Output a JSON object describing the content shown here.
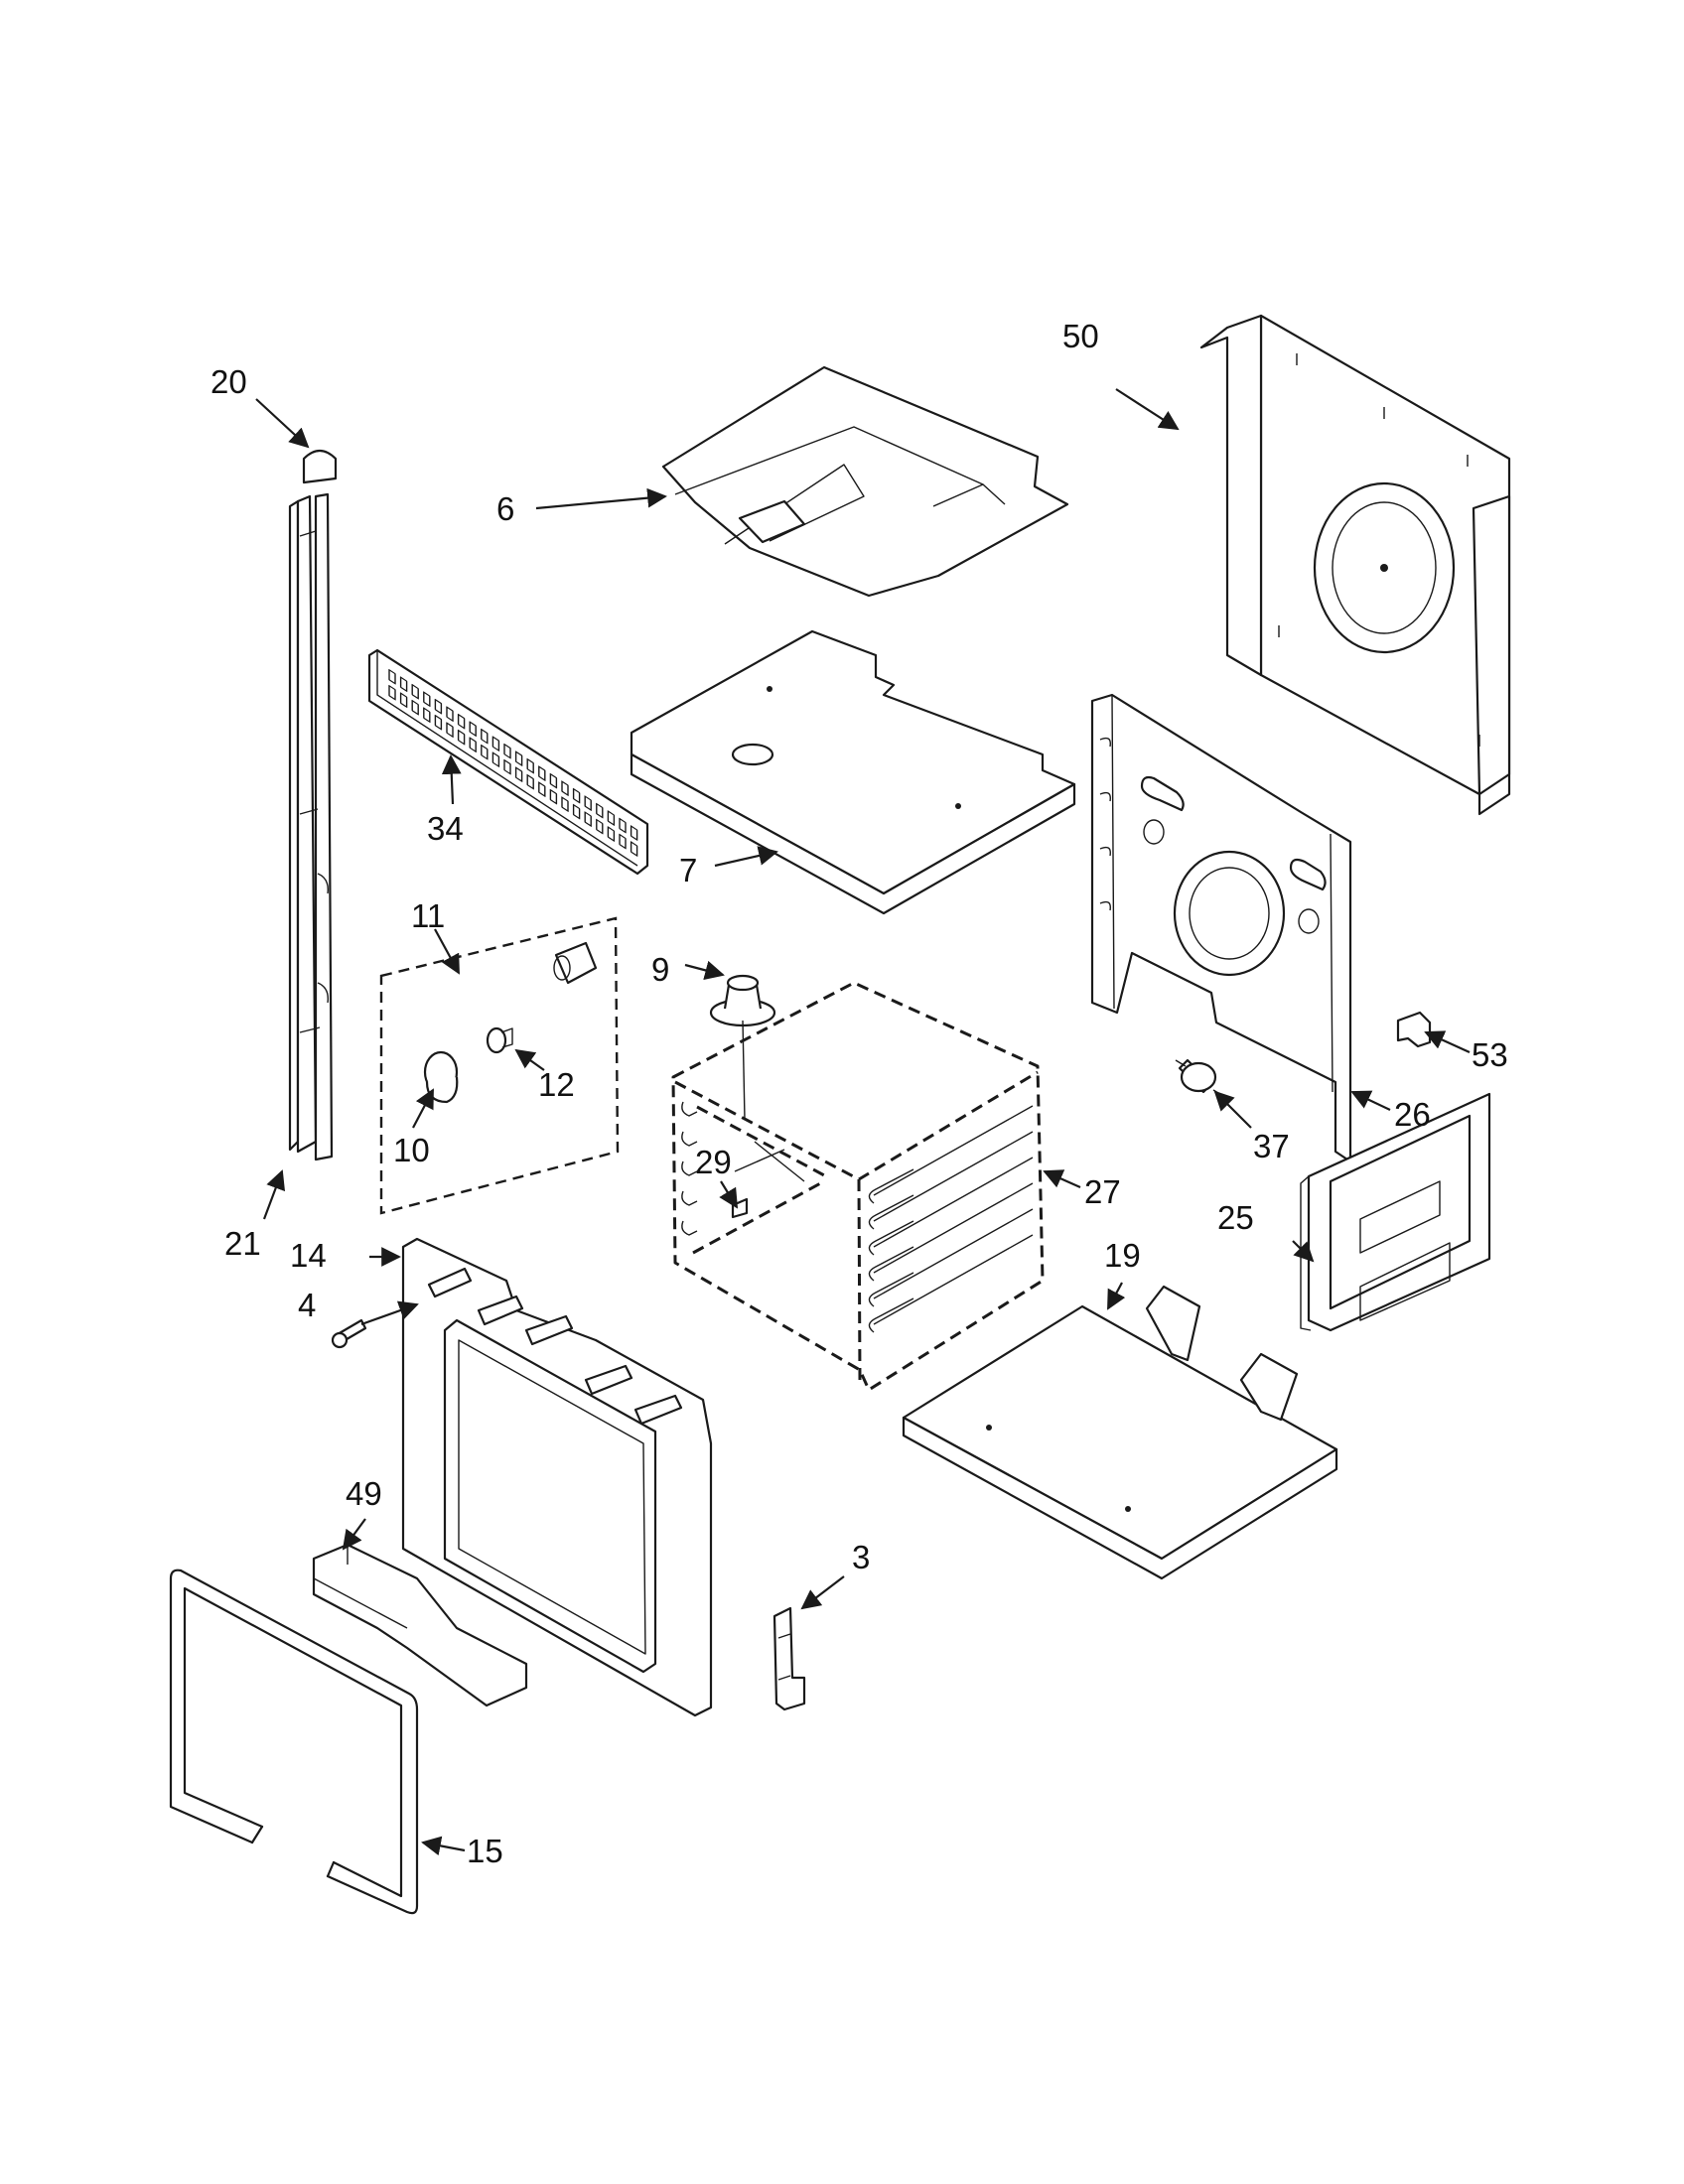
{
  "callouts": {
    "c20": "20",
    "c6": "6",
    "c50": "50",
    "c34": "34",
    "c7": "7",
    "c11": "11",
    "c9": "9",
    "c12": "12",
    "c10": "10",
    "c53": "53",
    "c26": "26",
    "c37": "37",
    "c29": "29",
    "c27": "27",
    "c21": "21",
    "c14": "14",
    "c25": "25",
    "c19": "19",
    "c4": "4",
    "c49": "49",
    "c3": "3",
    "c15": "15"
  },
  "colors": {
    "line": "#1a1a1a",
    "background": "#ffffff"
  }
}
